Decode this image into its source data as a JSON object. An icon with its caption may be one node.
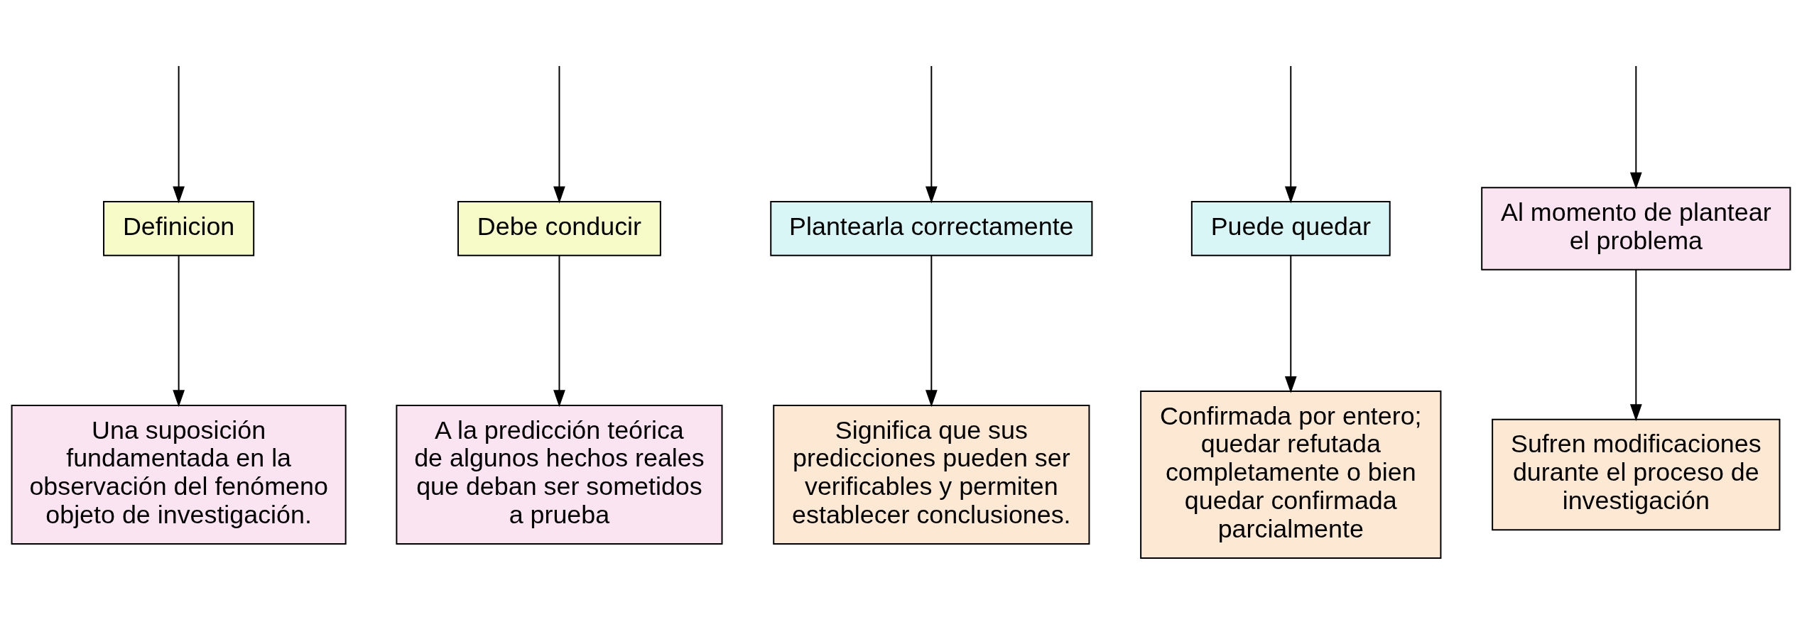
{
  "diagram": {
    "nodes": [
      {
        "text": [
          "Definicion"
        ]
      },
      {
        "text": [
          "Debe conducir"
        ]
      },
      {
        "text": [
          "Plantearla correctamente"
        ]
      },
      {
        "text": [
          "Puede quedar"
        ]
      },
      {
        "text": [
          "Al momento de plantear el problema"
        ]
      },
      {
        "text": [
          "Una suposición fundamentada en la observación del fenómeno objeto de investigación."
        ]
      },
      {
        "text": [
          "A la predicción teórica de algunos hechos reales que deban ser sometidos a prueba"
        ]
      },
      {
        "text": [
          "Significa que sus predicciones pueden ser verificables y permiten establecer conclusiones."
        ]
      },
      {
        "text": [
          "Confirmada por entero; quedar refutada completamente o bien quedar confirmada parcialmente"
        ]
      },
      {
        "text": [
          "Sufren modificaciones durante el proceso de investigación"
        ]
      }
    ],
    "edges": [
      {
        "from": null,
        "to": 0,
        "arrow": "to"
      },
      {
        "from": null,
        "to": 1,
        "arrow": "to"
      },
      {
        "from": null,
        "to": 2,
        "arrow": "to"
      },
      {
        "from": null,
        "to": 3,
        "arrow": "to"
      },
      {
        "from": null,
        "to": 4,
        "arrow": "to"
      },
      {
        "from": 0,
        "to": 5,
        "arrow": "to"
      },
      {
        "from": 1,
        "to": 6,
        "arrow": "to"
      },
      {
        "from": 2,
        "to": 7,
        "arrow": "to"
      },
      {
        "from": 3,
        "to": 8,
        "arrow": "to"
      },
      {
        "from": 4,
        "to": 9,
        "arrow": "to"
      }
    ]
  }
}
